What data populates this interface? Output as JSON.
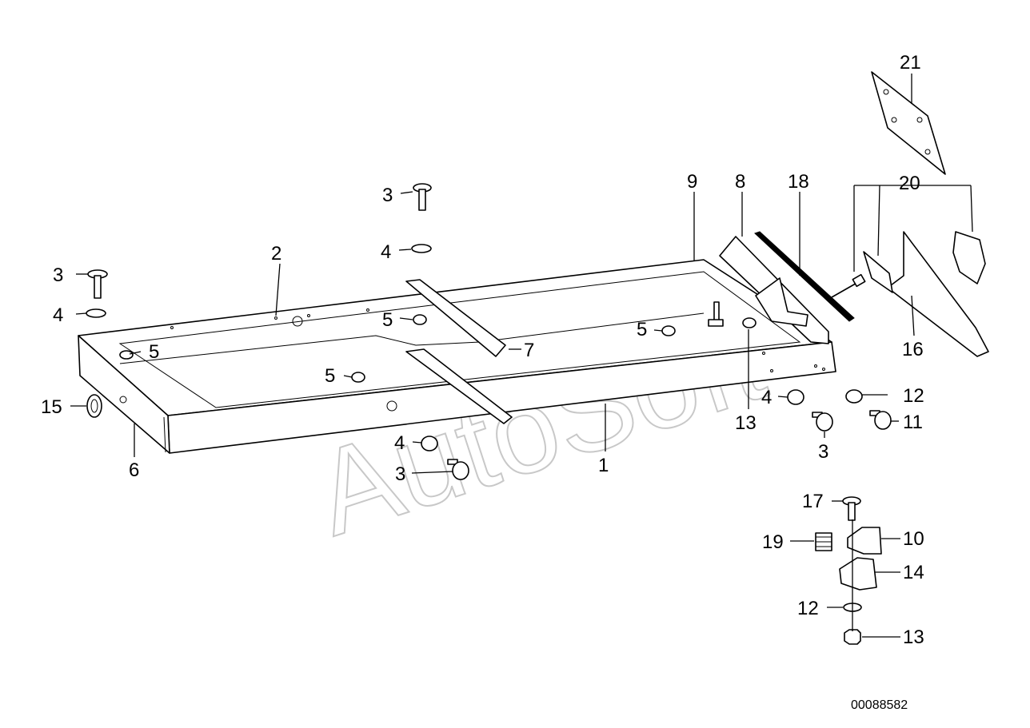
{
  "watermark": "AutoSoft",
  "doc_number": "00088582",
  "callouts": [
    {
      "id": "c1",
      "text": "1"
    },
    {
      "id": "c2",
      "text": "2"
    },
    {
      "id": "c3a",
      "text": "3"
    },
    {
      "id": "c3b",
      "text": "3"
    },
    {
      "id": "c3c",
      "text": "3"
    },
    {
      "id": "c3d",
      "text": "3"
    },
    {
      "id": "c4a",
      "text": "4"
    },
    {
      "id": "c4b",
      "text": "4"
    },
    {
      "id": "c4c",
      "text": "4"
    },
    {
      "id": "c4d",
      "text": "4"
    },
    {
      "id": "c5a",
      "text": "5"
    },
    {
      "id": "c5b",
      "text": "5"
    },
    {
      "id": "c5c",
      "text": "5"
    },
    {
      "id": "c5d",
      "text": "5"
    },
    {
      "id": "c6",
      "text": "6"
    },
    {
      "id": "c7",
      "text": "7"
    },
    {
      "id": "c8",
      "text": "8"
    },
    {
      "id": "c9",
      "text": "9"
    },
    {
      "id": "c10",
      "text": "10"
    },
    {
      "id": "c11",
      "text": "11"
    },
    {
      "id": "c12a",
      "text": "12"
    },
    {
      "id": "c12b",
      "text": "12"
    },
    {
      "id": "c13a",
      "text": "13"
    },
    {
      "id": "c13b",
      "text": "13"
    },
    {
      "id": "c14",
      "text": "14"
    },
    {
      "id": "c15",
      "text": "15"
    },
    {
      "id": "c16",
      "text": "16"
    },
    {
      "id": "c17",
      "text": "17"
    },
    {
      "id": "c18",
      "text": "18"
    },
    {
      "id": "c19",
      "text": "19"
    },
    {
      "id": "c20",
      "text": "20"
    },
    {
      "id": "c21",
      "text": "21"
    }
  ]
}
